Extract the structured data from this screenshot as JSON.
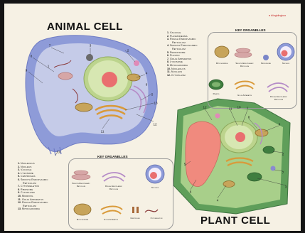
{
  "titles": {
    "animal": "ANIMAL CELL",
    "plant": "PLANT CELL",
    "brand": "● blingblingbox"
  },
  "plant_key": {
    "heading": "KEY ORGANELLES",
    "list": [
      {
        "num": "1.",
        "text": "Vacuole"
      },
      {
        "num": "2.",
        "text": "Plasmodesma"
      },
      {
        "num": "3.",
        "text": "Rough Endoplasmic"
      },
      {
        "num": "",
        "text": "Reticulum"
      },
      {
        "num": "4.",
        "text": "Smooth Endoplasmic"
      },
      {
        "num": "",
        "text": "Reticulum"
      },
      {
        "num": "5.",
        "text": "Peroxisome"
      },
      {
        "num": "6.",
        "text": "Plastid"
      },
      {
        "num": "7.",
        "text": "Golgi Apparatus"
      },
      {
        "num": "8.",
        "text": "Lysosome"
      },
      {
        "num": "9.",
        "text": "Mitochondria"
      },
      {
        "num": "10.",
        "text": "Nucleolus"
      },
      {
        "num": "11.",
        "text": "Nucleus"
      },
      {
        "num": "12.",
        "text": "Cytoplasm"
      }
    ],
    "organelles": [
      "Mitochondria",
      "Smooth Endoplasmic Reticulum",
      "Peroxisome",
      "Nucleus",
      "Plastid",
      "Golgi Apparatus",
      "Rough Endoplasmic Reticulum"
    ]
  },
  "animal_key": {
    "heading": "KEY ORGANELLES",
    "list": [
      {
        "num": "1.",
        "text": "Nucleolus"
      },
      {
        "num": "2.",
        "text": "Nucleus"
      },
      {
        "num": "3.",
        "text": "Vacuole"
      },
      {
        "num": "4.",
        "text": "Lysosome"
      },
      {
        "num": "5.",
        "text": "Centrioles"
      },
      {
        "num": "6.",
        "text": "Smooth Endoplasmic"
      },
      {
        "num": "",
        "text": "Reticulum"
      },
      {
        "num": "7.",
        "text": "Cytoskeleton"
      },
      {
        "num": "8.",
        "text": "Ribosome"
      },
      {
        "num": "9.",
        "text": "Cytoplasm"
      },
      {
        "num": "10.",
        "text": "Microvil"
      },
      {
        "num": "11.",
        "text": "Golgi Apparatus"
      },
      {
        "num": "12.",
        "text": "Rough Endoplasmic"
      },
      {
        "num": "",
        "text": "Reticulum"
      },
      {
        "num": "13.",
        "text": "Mitochondria"
      }
    ],
    "organelles": [
      "Smooth Endoplasmic Reticulum",
      "Rough Endoplasmic Reticulum",
      "Nucleus",
      "Mitochondria",
      "Golgi Apparatus",
      "Centrioles",
      "Cytoskeleton"
    ]
  },
  "animal_callouts": [
    "1",
    "2",
    "3",
    "4",
    "5",
    "6",
    "7",
    "8",
    "9",
    "10",
    "11",
    "12",
    "13"
  ],
  "plant_callouts": [
    "1",
    "2",
    "3",
    "4",
    "5",
    "6",
    "7",
    "8",
    "9",
    "10",
    "11",
    "12"
  ],
  "colors": {
    "animal_membrane": "#8e9bd8",
    "animal_cytoplasm": "#c5cbe8",
    "nucleus": "#d7e7b2",
    "nucleolus": "#e96f6f",
    "plant_wall": "#5f9e5a",
    "plant_cytoplasm": "#a8cf8a",
    "vacuole": "#f08a7e",
    "golgi": "#d99a3a",
    "mitochondria": "#c7a45a"
  }
}
